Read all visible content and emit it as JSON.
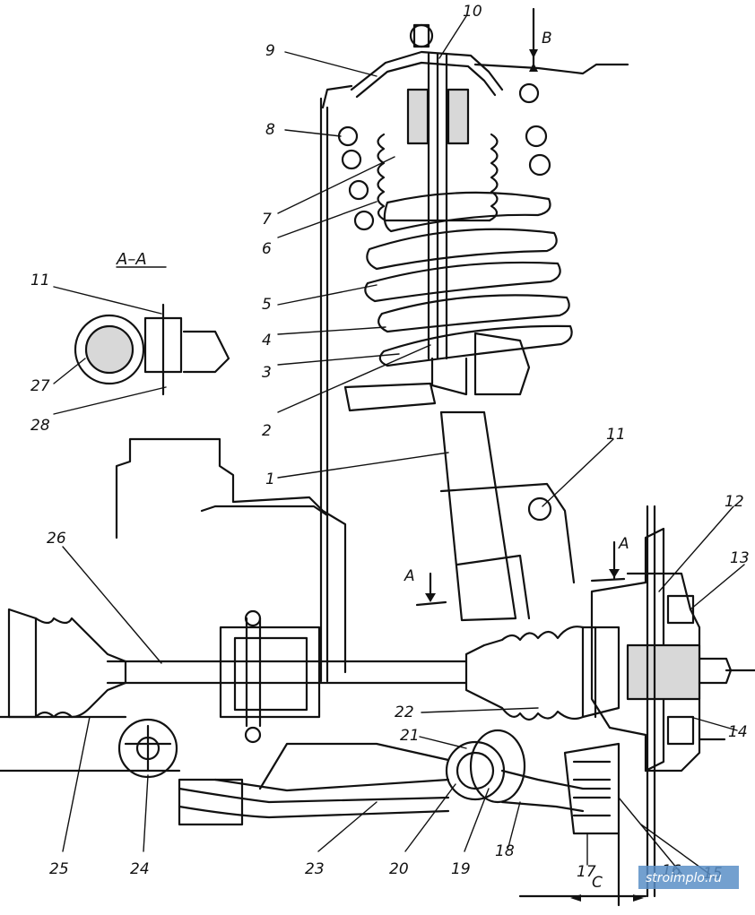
{
  "section_title": "А–А",
  "section_letter_a": "A",
  "dimension_b": "B",
  "dimension_c": "C",
  "watermark": "stroimplo.ru",
  "callouts": [
    "1",
    "2",
    "3",
    "4",
    "5",
    "6",
    "7",
    "8",
    "9",
    "10",
    "11",
    "11",
    "12",
    "13",
    "14",
    "15",
    "16",
    "17",
    "18",
    "19",
    "20",
    "21",
    "22",
    "23",
    "24",
    "25",
    "26",
    "27",
    "28"
  ]
}
